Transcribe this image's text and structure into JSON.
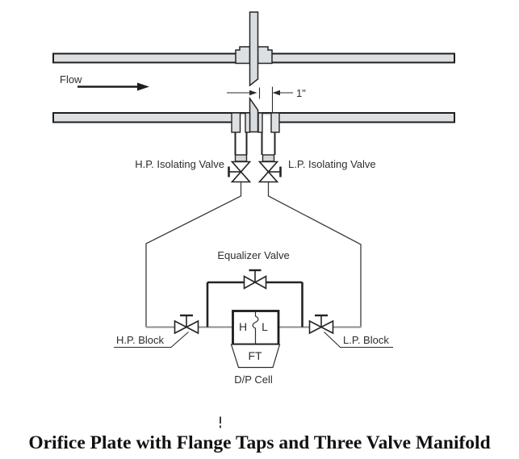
{
  "diagram": {
    "title": "Orifice Plate with Flange Taps and Three Valve Manifold",
    "labels": {
      "flow": "Flow",
      "dimension": "1\"",
      "hp_isolating_valve": "H.P. Isolating Valve",
      "lp_isolating_valve": "L.P. Isolating Valve",
      "equalizer_valve": "Equalizer Valve",
      "hp_block": "H.P. Block",
      "lp_block": "L.P. Block",
      "dp_high_side": "H",
      "dp_low_side": "L",
      "transmitter_tag": "FT",
      "dp_cell": "D/P Cell"
    },
    "colors": {
      "line_dark": "#242424",
      "line_gray": "#8f8f8f",
      "fill_gray": "#dde0e3",
      "background": "#ffffff"
    }
  }
}
